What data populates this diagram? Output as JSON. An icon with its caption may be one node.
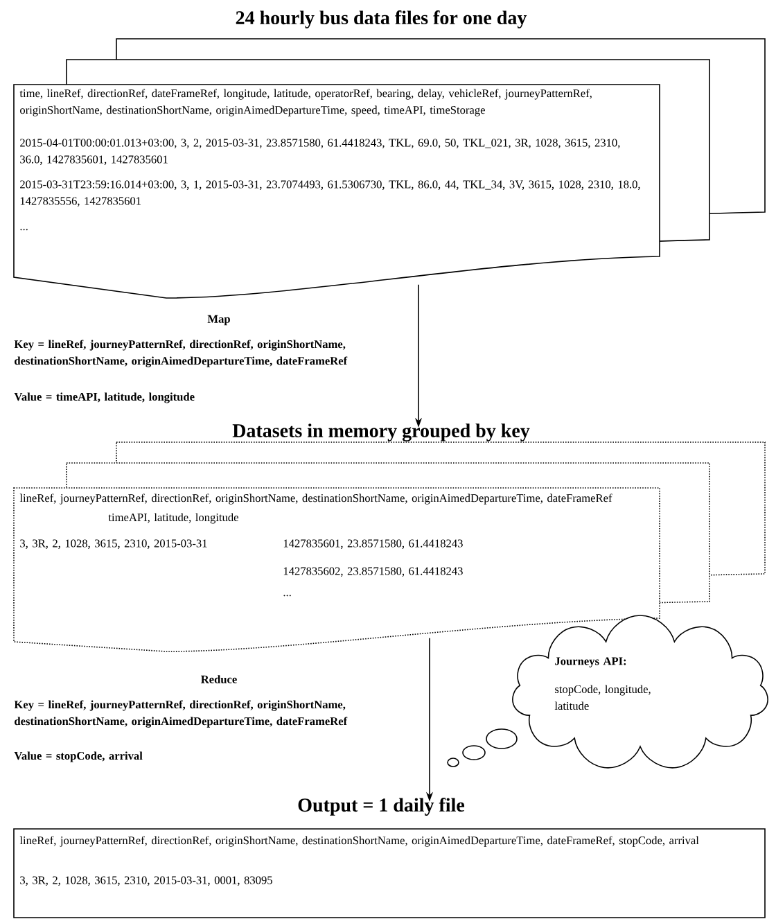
{
  "diagram": {
    "nodes": [
      {
        "text": [
          "24 hourly bus data files for one day",
          "time, lineRef, directionRef, dateFrameRef, longitude, latitude, operatorRef, bearing, delay, vehicleRef, journeyPatternRef, originShortName, destinationShortName, originAimedDepartureTime, speed, timeAPI, timeStorage",
          "2015-04-01T00:00:01.013+03:00, 3, 2, 2015-03-31, 23.8571580, 61.4418243, TKL, 69.0, 50, TKL_021, 3R, 1028, 3615, 2310, 36.0, 1427835601, 1427835601",
          "2015-03-31T23:59:16.014+03:00, 3, 1, 2015-03-31, 23.7074493, 61.5306730, TKL, 86.0, 44, TKL_34, 3V, 3615, 1028, 2310, 18.0, 1427835556, 1427835601",
          "..."
        ]
      },
      {
        "text": [
          "Datasets in memory grouped by key",
          "lineRef, journeyPatternRef, directionRef, originShortName, destinationShortName, originAimedDepartureTime, dateFrameRef",
          "timeAPI, latitude, longitude",
          "3, 3R, 2, 1028, 3615, 2310, 2015-03-31",
          "1427835601, 23.8571580, 61.4418243",
          "1427835602, 23.8571580, 61.4418243",
          "..."
        ]
      },
      {
        "text": [
          "Journeys API:",
          "stopCode, longitude, latitude"
        ]
      },
      {
        "text": [
          "Output = 1 daily file",
          "lineRef, journeyPatternRef, directionRef, originShortName, destinationShortName, originAimedDepartureTime, dateFrameRef, stopCode, arrival",
          "3, 3R, 2, 1028, 3615, 2310, 2015-03-31, 0001, 83095"
        ]
      }
    ],
    "edges": [
      {
        "from": 0,
        "to": 1,
        "arrow": "to"
      },
      {
        "from": 1,
        "to": 3,
        "arrow": "to"
      }
    ],
    "labels": [
      "Map",
      "Key = lineRef, journeyPatternRef, directionRef, originShortName, destinationShortName, originAimedDepartureTime, dateFrameRef",
      "Value = timeAPI, latitude, longitude",
      "Reduce",
      "Key = lineRef, journeyPatternRef, directionRef, originShortName, destinationShortName, originAimedDepartureTime, dateFrameRef",
      "Value = stopCode, arrival"
    ]
  }
}
